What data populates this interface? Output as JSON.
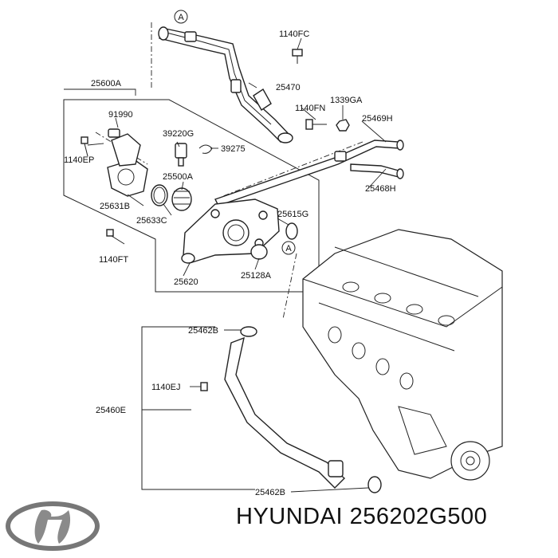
{
  "parts": {
    "p_25600A": "25600A",
    "p_91990": "91990",
    "p_1140EP": "1140EP",
    "p_25631B": "25631B",
    "p_39220G": "39220G",
    "p_39275": "39275",
    "p_25500A": "25500A",
    "p_25633C": "25633C",
    "p_1140FT": "1140FT",
    "p_25620": "25620",
    "p_25128A": "25128A",
    "p_25615G": "25615G",
    "p_1140FC": "1140FC",
    "p_25470": "25470",
    "p_1140FN": "1140FN",
    "p_1339GA": "1339GA",
    "p_25469H": "25469H",
    "p_25468H": "25468H",
    "p_25462B_top": "25462B",
    "p_1140EJ": "1140EJ",
    "p_25460E": "25460E",
    "p_25462B_bottom": "25462B"
  },
  "markers": {
    "a_top": "A",
    "a_mid": "A"
  },
  "footer": {
    "brand": "HYUNDAI",
    "part_number": "256202G500"
  },
  "logo": {
    "icon": "hyundai-logo-icon"
  }
}
